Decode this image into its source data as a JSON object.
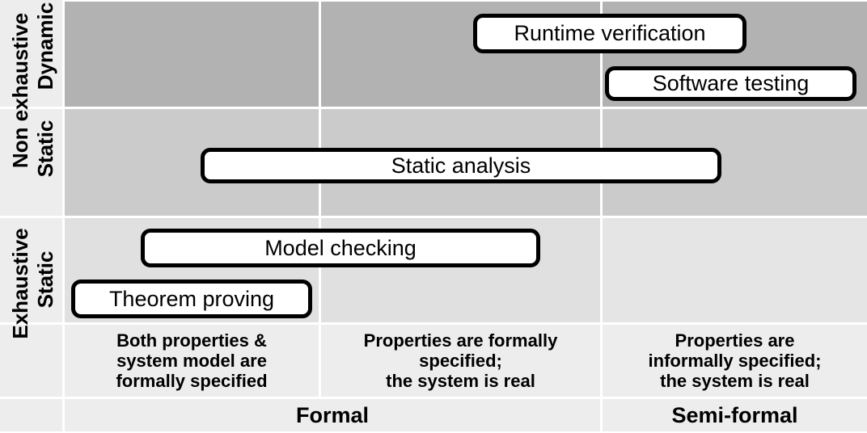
{
  "diagram": {
    "name": "software-verification-techniques-matrix",
    "row_labels": {
      "non_exhaustive": "Non exhaustive",
      "dynamic": "Dynamic",
      "static_non_exhaustive": "Static",
      "exhaustive": "Exhaustive",
      "static_exhaustive": "Static"
    },
    "techniques": {
      "runtime_verification": "Runtime verification",
      "software_testing": "Software testing",
      "static_analysis": "Static analysis",
      "model_checking": "Model checking",
      "theorem_proving": "Theorem proving"
    },
    "columns": [
      {
        "desc_lines": [
          "Both properties &",
          "system model are",
          "formally specified"
        ]
      },
      {
        "desc_lines": [
          "Properties are formally",
          "specified;",
          "the system is real"
        ]
      },
      {
        "desc_lines": [
          "Properties are",
          "informally specified;",
          "the system is real"
        ]
      }
    ],
    "footer": {
      "formal": "Formal",
      "semi_formal": "Semi-formal"
    },
    "colors": {
      "row_dynamic_bg": "#b2b2b2",
      "row_static_non_exhaustive_bg": "#cbcbcb",
      "row_exhaustive_formal_bg": "#e0e0e0",
      "row_exhaustive_semiformal_bg": "#e5e5e5",
      "label_area_bg": "#ededed",
      "gridline": "#ffffff",
      "box_fill": "#ffffff",
      "box_border": "#000000"
    }
  }
}
